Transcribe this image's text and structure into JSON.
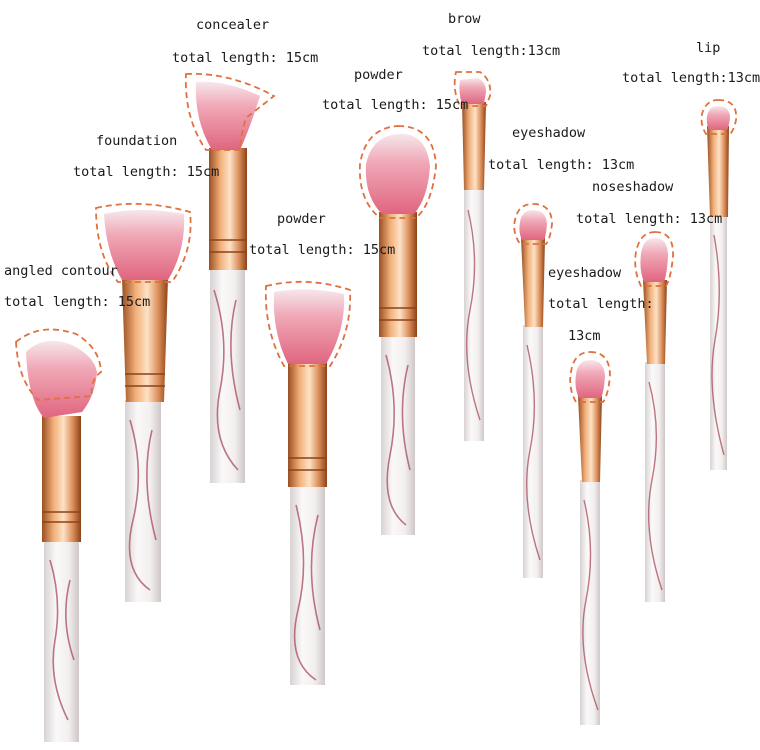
{
  "colors": {
    "background": "#ffffff",
    "label_text": "#1a1a1a",
    "outline_dashed": "#e07040",
    "ferrule_rose_gold": "#d98a55",
    "bristle_pink": "#e8738a",
    "bristle_tip": "#f4dde3",
    "handle_marble": "#f1eeee",
    "marble_vein": "#a8495c"
  },
  "brushes": [
    {
      "name": "angled contour",
      "length": "total length: 15cm",
      "icon": "angled-brush-icon"
    },
    {
      "name": "foundation",
      "length": "total length: 15cm",
      "icon": "flat-brush-icon"
    },
    {
      "name": "concealer",
      "length": "total length: 15cm",
      "icon": "angled-brush-icon"
    },
    {
      "name": "powder",
      "length": "total length: 15cm",
      "icon": "flat-brush-icon"
    },
    {
      "name": "powder",
      "length": "total length: 15cm",
      "icon": "round-brush-icon"
    },
    {
      "name": "brow",
      "length": "total length:13cm",
      "icon": "angled-thin-brush-icon"
    },
    {
      "name": "eyeshadow",
      "length": "total length: 13cm",
      "icon": "small-brush-icon"
    },
    {
      "name": "eyeshadow",
      "length": "total length:",
      "length_2": "13cm",
      "icon": "small-brush-icon"
    },
    {
      "name": "noseshadow",
      "length": "total length: 13cm",
      "icon": "small-brush-icon"
    },
    {
      "name": "lip",
      "length": "total length:13cm",
      "icon": "small-brush-icon"
    }
  ]
}
